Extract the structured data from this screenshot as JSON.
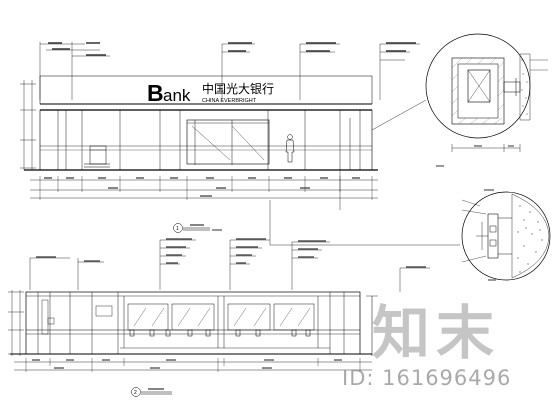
{
  "facade_top": {
    "brand_word": "ank",
    "brand_initial": "B",
    "chinese_name": "中国光大银行",
    "english_name": "CHINA EVERBRIGHT",
    "english_name_small": "EVERBRIGHT"
  },
  "watermark": {
    "logo": "知末",
    "id_text": "ID: 161696496"
  },
  "title_marks": {
    "top_callout": "1",
    "bottom_callout": "2"
  }
}
